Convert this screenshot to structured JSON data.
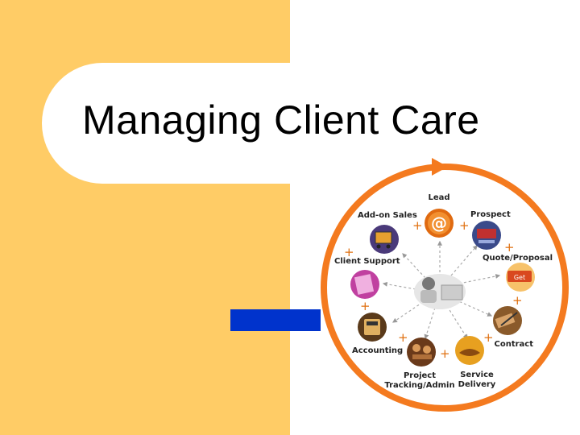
{
  "slide": {
    "title": "Managing Client Care",
    "colors": {
      "panel": "#FFCC66",
      "accent_bar": "#0033CC",
      "cycle_ring": "#F47A1F"
    }
  },
  "cycle": {
    "stages": [
      {
        "id": "lead",
        "label_lines": [
          "Lead"
        ],
        "icon": "at-sign-icon"
      },
      {
        "id": "prospect",
        "label_lines": [
          "Prospect"
        ],
        "icon": "prospect-photo-icon"
      },
      {
        "id": "quote",
        "label_lines": [
          "Quote/Proposal"
        ],
        "icon": "get-quote-icon"
      },
      {
        "id": "contract",
        "label_lines": [
          "Contract"
        ],
        "icon": "pen-signing-icon"
      },
      {
        "id": "service",
        "label_lines": [
          "Service",
          "Delivery"
        ],
        "icon": "handshake-icon"
      },
      {
        "id": "project",
        "label_lines": [
          "Project",
          "Tracking/Admin"
        ],
        "icon": "meeting-icon"
      },
      {
        "id": "accounting",
        "label_lines": [
          "Accounting"
        ],
        "icon": "calculator-icon"
      },
      {
        "id": "support",
        "label_lines": [
          "Client Support"
        ],
        "icon": "support-document-icon"
      },
      {
        "id": "addon",
        "label_lines": [
          "Add-on Sales"
        ],
        "icon": "shopping-cart-icon"
      }
    ],
    "plus_symbol": "+",
    "center_icon": "person-at-laptop-icon"
  }
}
